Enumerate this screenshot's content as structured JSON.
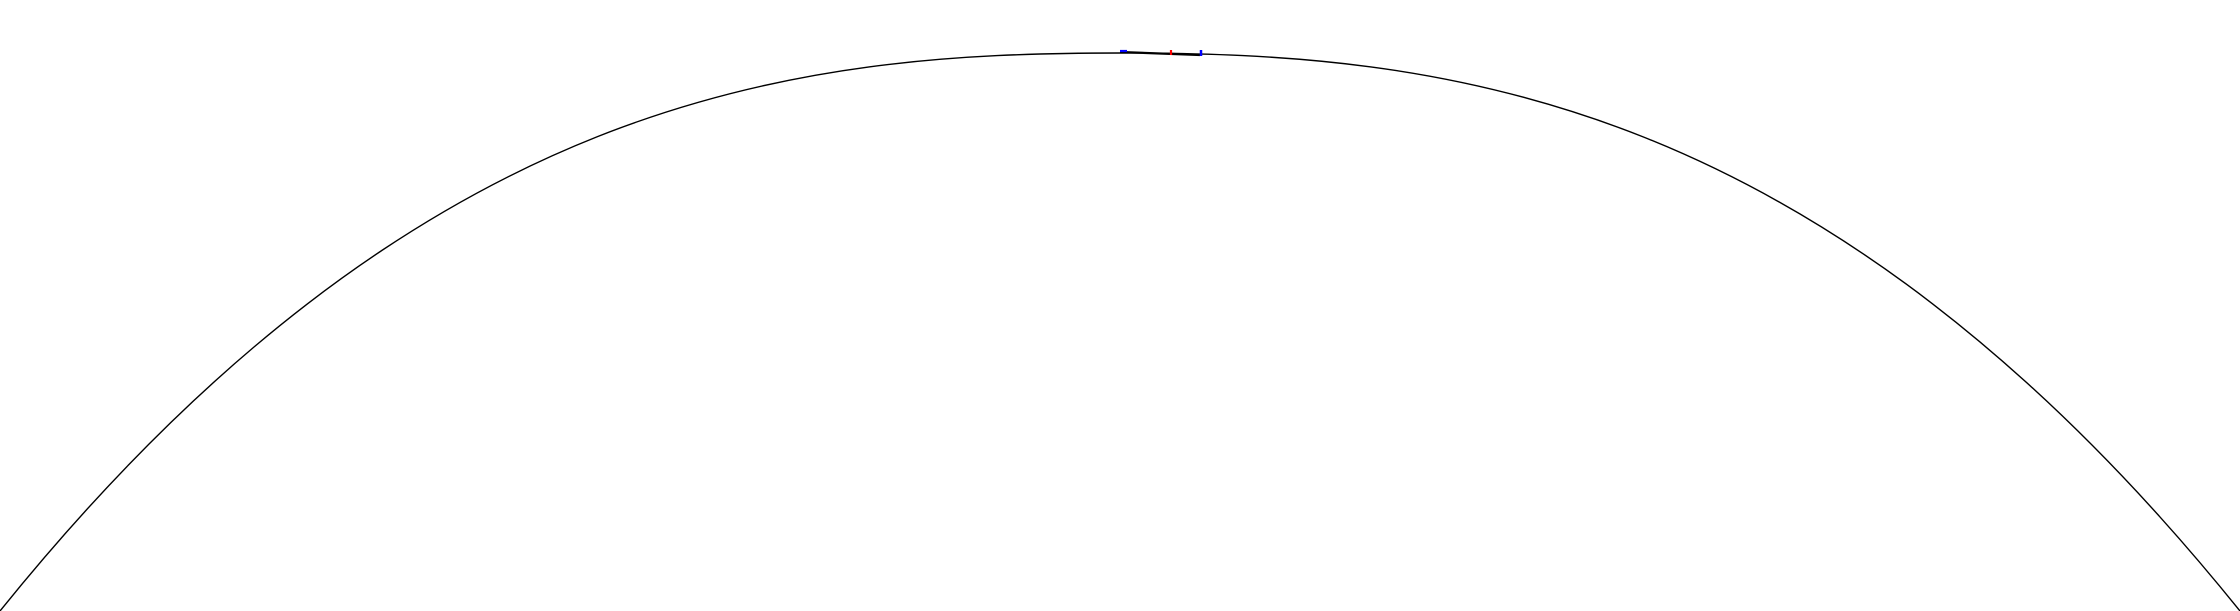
{
  "diagram": {
    "background_color": "#ffffff",
    "arc": {
      "description_name": "large-arc",
      "stroke_color": "#000000"
    },
    "top_segment": {
      "stroke_color": "#000000"
    },
    "markers": [
      {
        "name": "left-endpoint-marker",
        "color": "#0000ff"
      },
      {
        "name": "middle-marker",
        "color": "#ff0000"
      },
      {
        "name": "right-endpoint-marker",
        "color": "#0000ff"
      }
    ]
  }
}
